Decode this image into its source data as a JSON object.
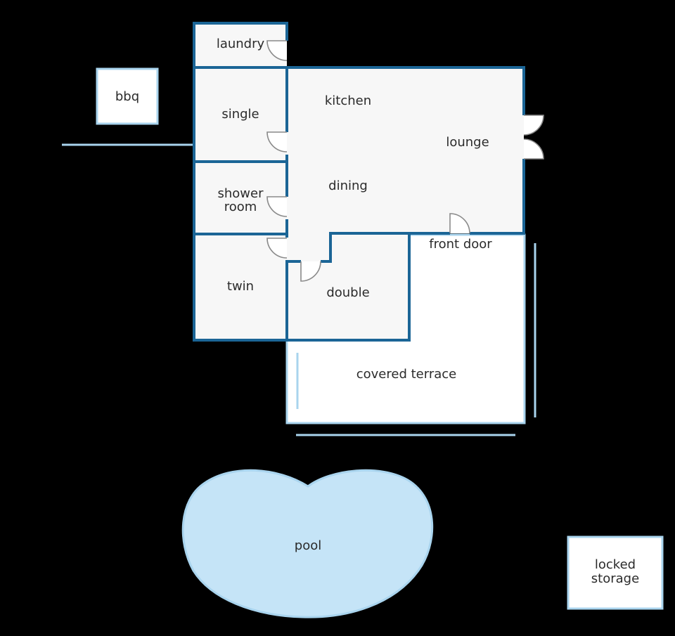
{
  "colors": {
    "background": "#000000",
    "wall": "#1b6596",
    "light_wall": "#a9d4ee",
    "room_fill": "#f7f7f7",
    "outdoor_fill": "#ffffff",
    "pool_fill": "#c5e4f7",
    "label": "#2b2b2b"
  },
  "rooms": {
    "laundry": "laundry",
    "single": "single",
    "shower_room_line1": "shower",
    "shower_room_line2": "room",
    "twin": "twin",
    "kitchen": "kitchen",
    "lounge": "lounge",
    "dining": "dining",
    "double": "double",
    "front_door": "front door",
    "covered_terrace": "covered terrace",
    "bbq": "bbq",
    "pool": "pool",
    "locked_storage_line1": "locked",
    "locked_storage_line2": "storage"
  }
}
